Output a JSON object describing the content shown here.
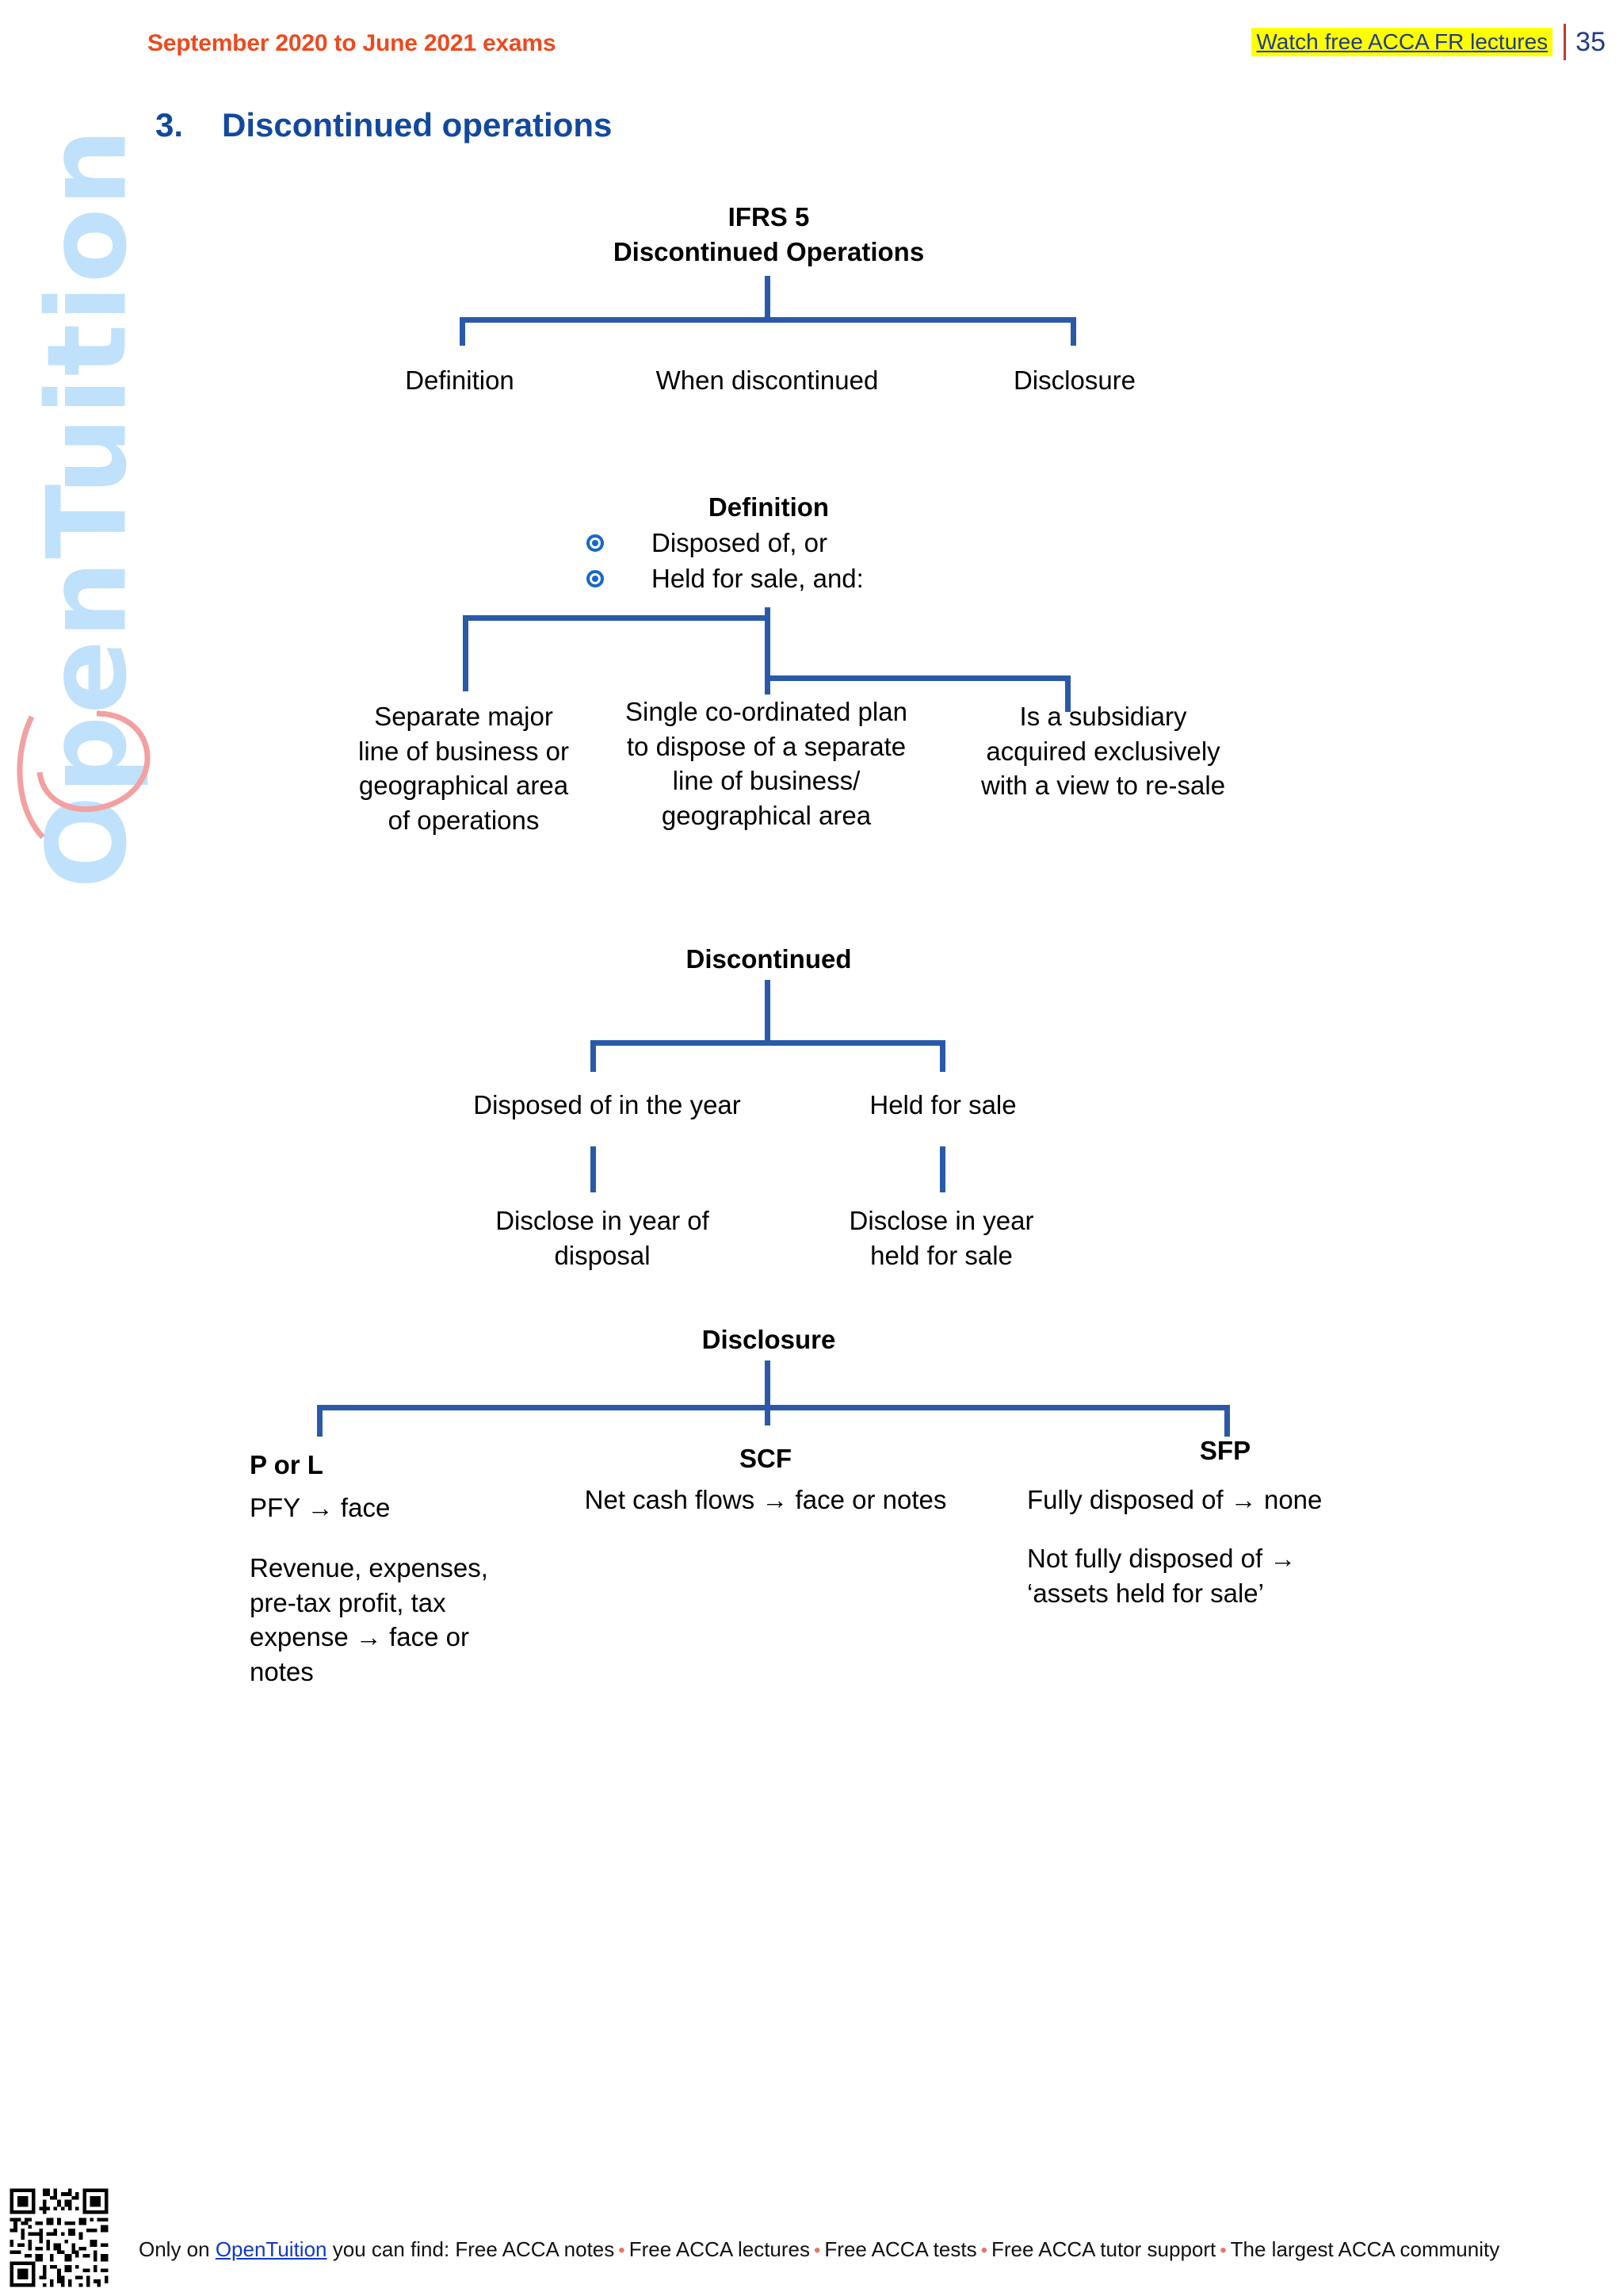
{
  "header": {
    "exams_label": "September 2020 to June 2021 exams",
    "link_label": "Watch free ACCA FR lectures",
    "page_number": "35",
    "highlight_color": "#FFFF00",
    "link_color": "#1F3C88",
    "exams_color": "#ED4A1F"
  },
  "section": {
    "number": "3.",
    "title": "Discontinued operations",
    "title_color": "#11499E"
  },
  "watermark": {
    "text": "OpenTuition",
    "text_color": "#bfe1fb",
    "swoosh_color": "#F2A0A0"
  },
  "diagram": {
    "line_color": "#2A59A8",
    "bullet_color": "#1668C8",
    "tree1": {
      "root_line1": "IFRS 5",
      "root_line2": "Discontinued Operations",
      "children": [
        "Definition",
        "When discontinued",
        "Disclosure"
      ]
    },
    "tree2": {
      "root": "Definition",
      "bullets": [
        "Disposed of, or",
        "Held for sale, and:"
      ],
      "children": [
        "Separate major\nline of business or\ngeographical area\nof operations",
        "Single co-ordinated plan\nto dispose of a separate\nline of business/\ngeographical area",
        "Is a subsidiary\nacquired exclusively\nwith a view to re-sale"
      ]
    },
    "tree3": {
      "root": "Discontinued",
      "children": [
        "Disposed of in the year",
        "Held for sale"
      ],
      "grandchildren": [
        "Disclose in year of\ndisposal",
        "Disclose in year\nheld for sale"
      ]
    },
    "tree4": {
      "root": "Disclosure",
      "columns": [
        {
          "heading": "P or L",
          "heading_align": "left",
          "body": [
            "PFY → face",
            "Revenue, expenses,\npre-tax profit, tax\nexpense → face or\nnotes"
          ]
        },
        {
          "heading": "SCF",
          "heading_align": "center",
          "body": [
            "Net cash flows → face or notes"
          ]
        },
        {
          "heading": "SFP",
          "heading_align": "center",
          "body": [
            "Fully disposed of → none",
            "Not fully disposed of →\n‘assets held for sale’"
          ]
        }
      ]
    }
  },
  "footer": {
    "prefix": "Only on ",
    "brand": "OpenTuition",
    "suffix": " you can find: Free ACCA notes",
    "items": [
      "Free ACCA lectures",
      "Free ACCA tests",
      "Free ACCA tutor support",
      "The largest ACCA community"
    ],
    "separator": "•",
    "brand_color": "#1238C4",
    "separator_color": "#E8746B"
  }
}
